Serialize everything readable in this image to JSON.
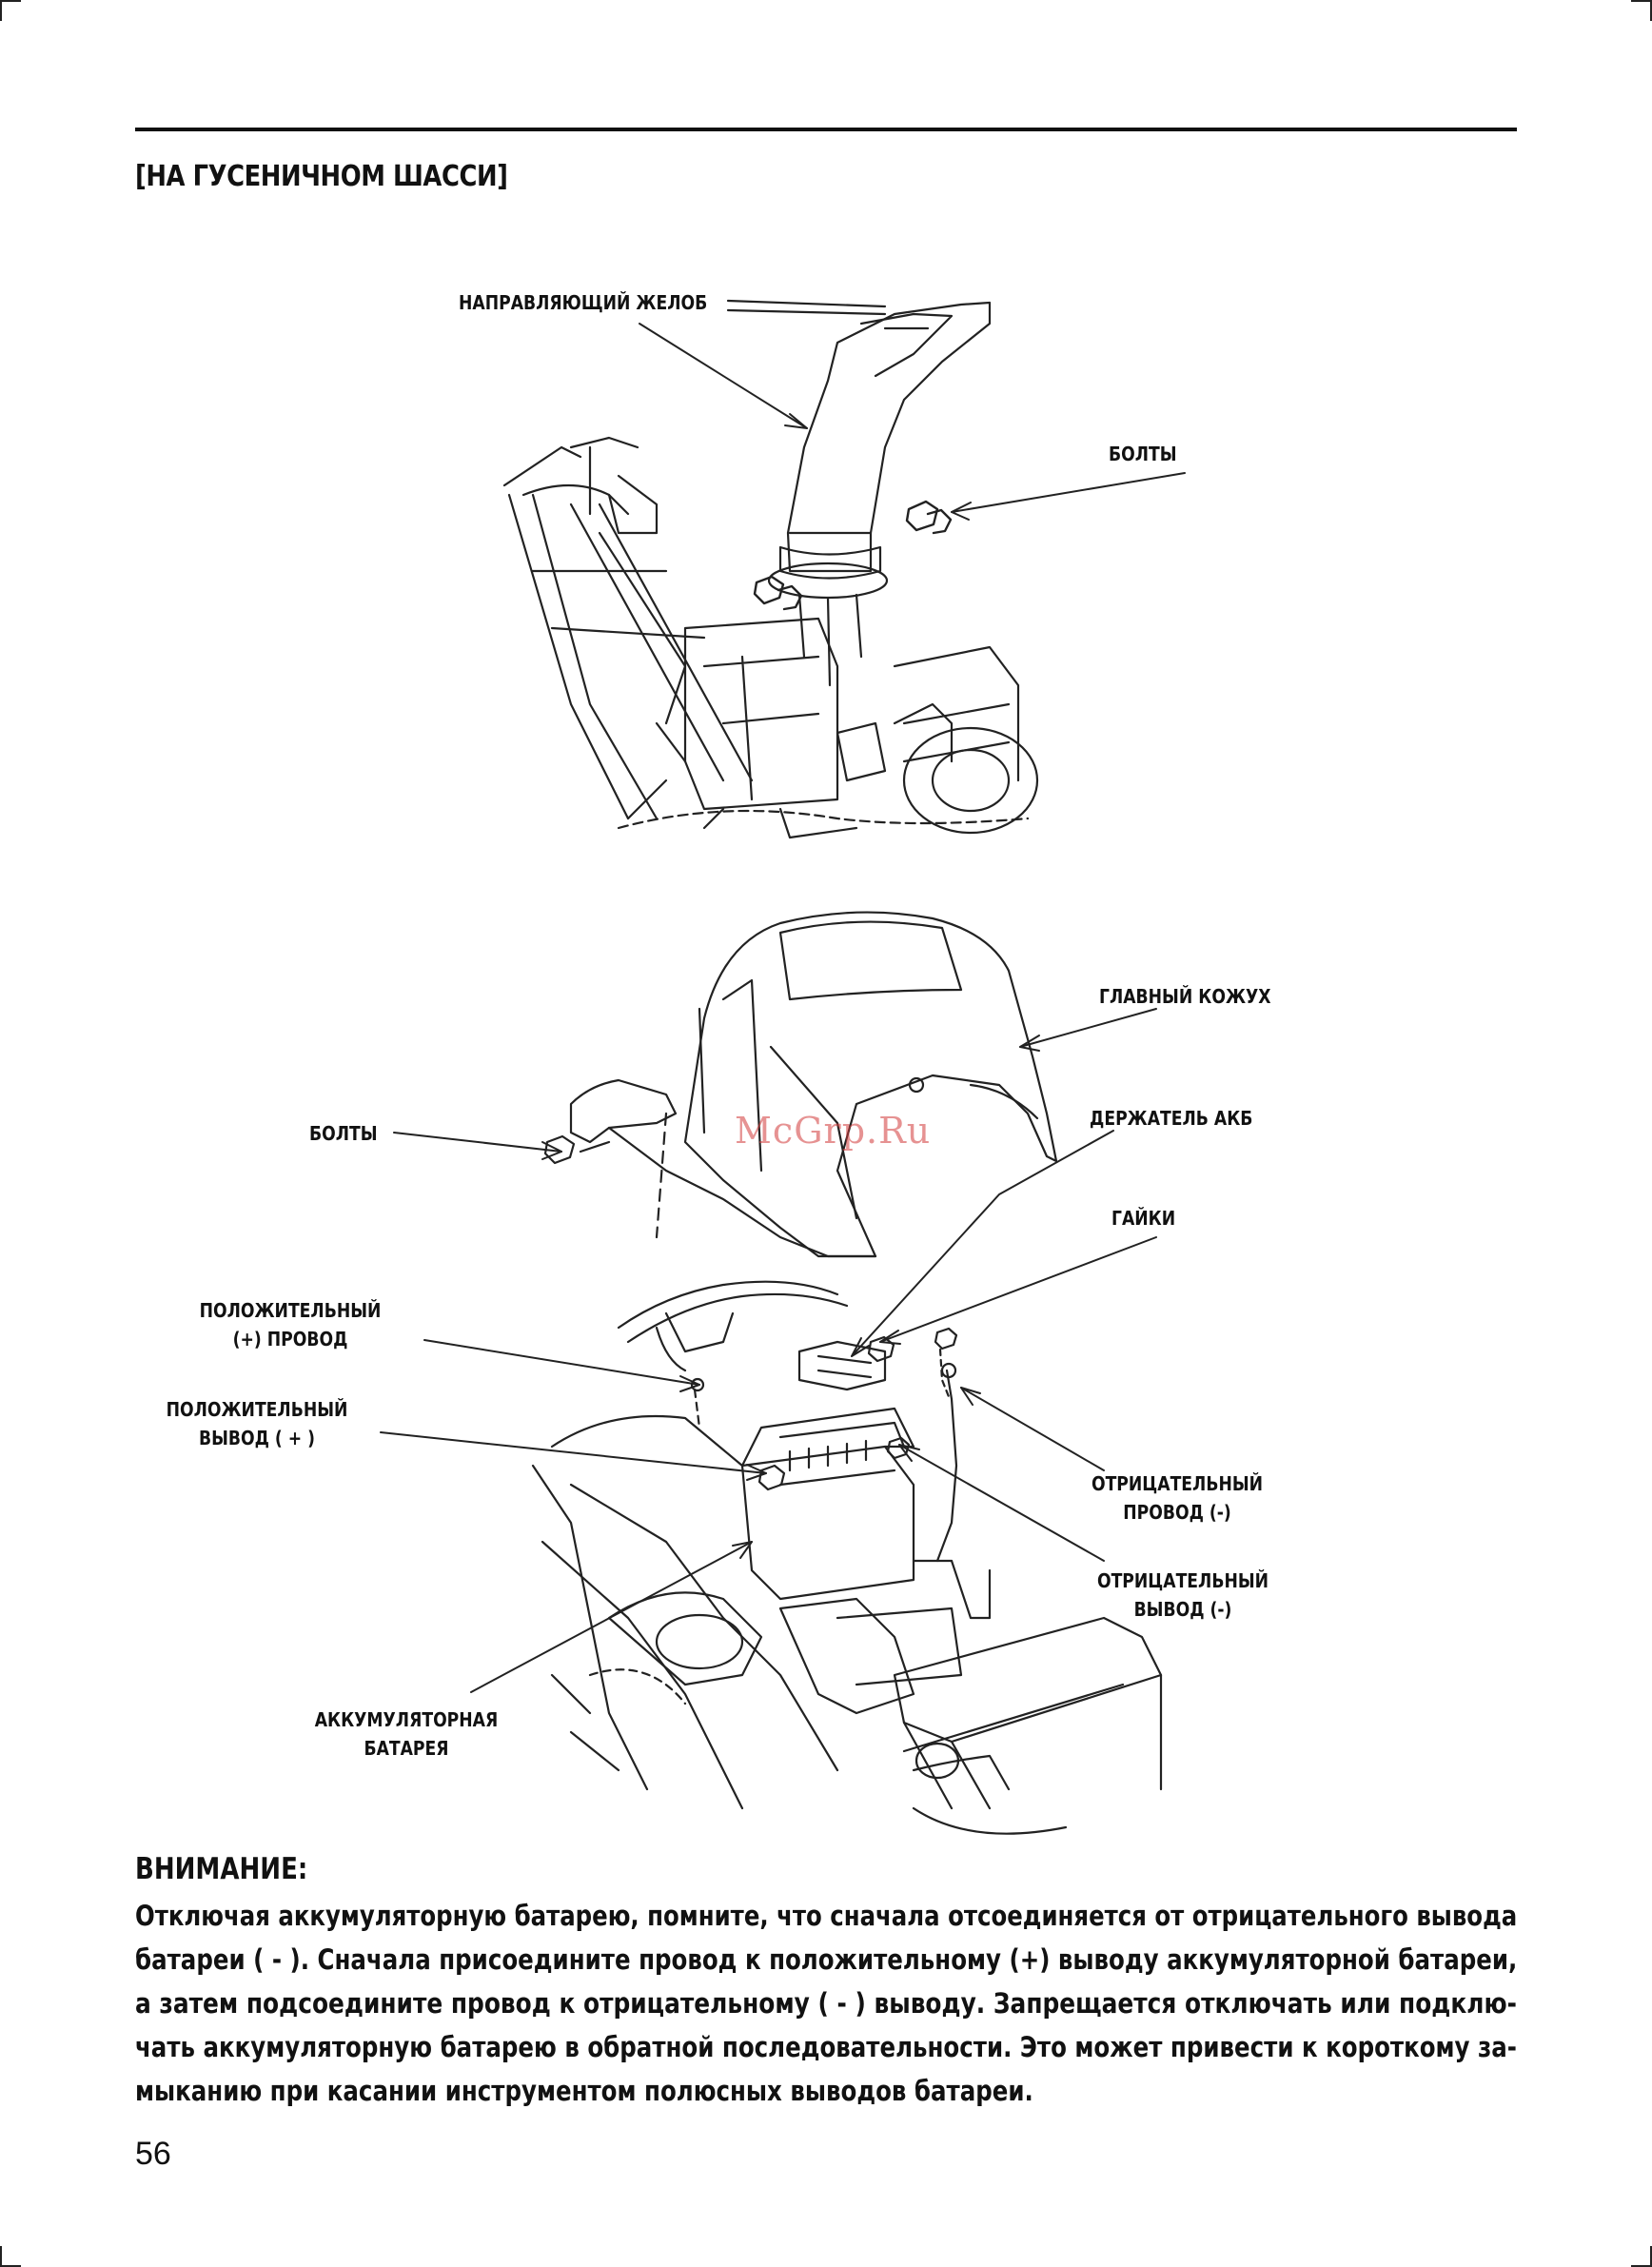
{
  "header": {
    "section_title": "[НА ГУСЕНИЧНОМ ШАССИ]"
  },
  "figure_top": {
    "labels": {
      "chute": "НАПРАВЛЯЮЩИЙ ЖЕЛОБ",
      "bolts": "БОЛТЫ"
    }
  },
  "figure_bottom": {
    "labels": {
      "main_cover": "ГЛАВНЫЙ КОЖУХ",
      "bolts": "БОЛТЫ",
      "battery_holder": "ДЕРЖАТЕЛЬ АКБ",
      "nuts": "ГАЙКИ",
      "positive_cable": [
        "ПОЛОЖИТЕЛЬНЫЙ",
        "(+) ПРОВОД"
      ],
      "positive_terminal": [
        "ПОЛОЖИТЕЛЬНЫЙ",
        "ВЫВОД ( + )"
      ],
      "negative_cable": [
        "ОТРИЦАТЕЛЬНЫЙ",
        "ПРОВОД (-)"
      ],
      "negative_terminal": [
        "ОТРИЦАТЕЛЬНЫЙ",
        "ВЫВОД (-)"
      ],
      "battery": [
        "АККУМУЛЯТОРНАЯ",
        "БАТАРЕЯ"
      ]
    }
  },
  "watermark": "McGrp.Ru",
  "notice": {
    "title": "ВНИМАНИЕ:",
    "lines": [
      "Отключая аккумуляторную батарею, помните, что сначала отсоединяется от отрицательного вывода",
      "батареи ( - ). Сначала присоедините провод к положительному (+) выводу аккумуляторной батареи,",
      "а затем подсоедините провод к отрицательному ( - ) выводу. Запрещается отключать или подклю-",
      "чать аккумуляторную батарею в обратной последовательности. Это может привести к короткому за-",
      "мыканию при касании инструментом полюсных выводов батареи."
    ]
  },
  "footer": {
    "page_number": "56"
  }
}
